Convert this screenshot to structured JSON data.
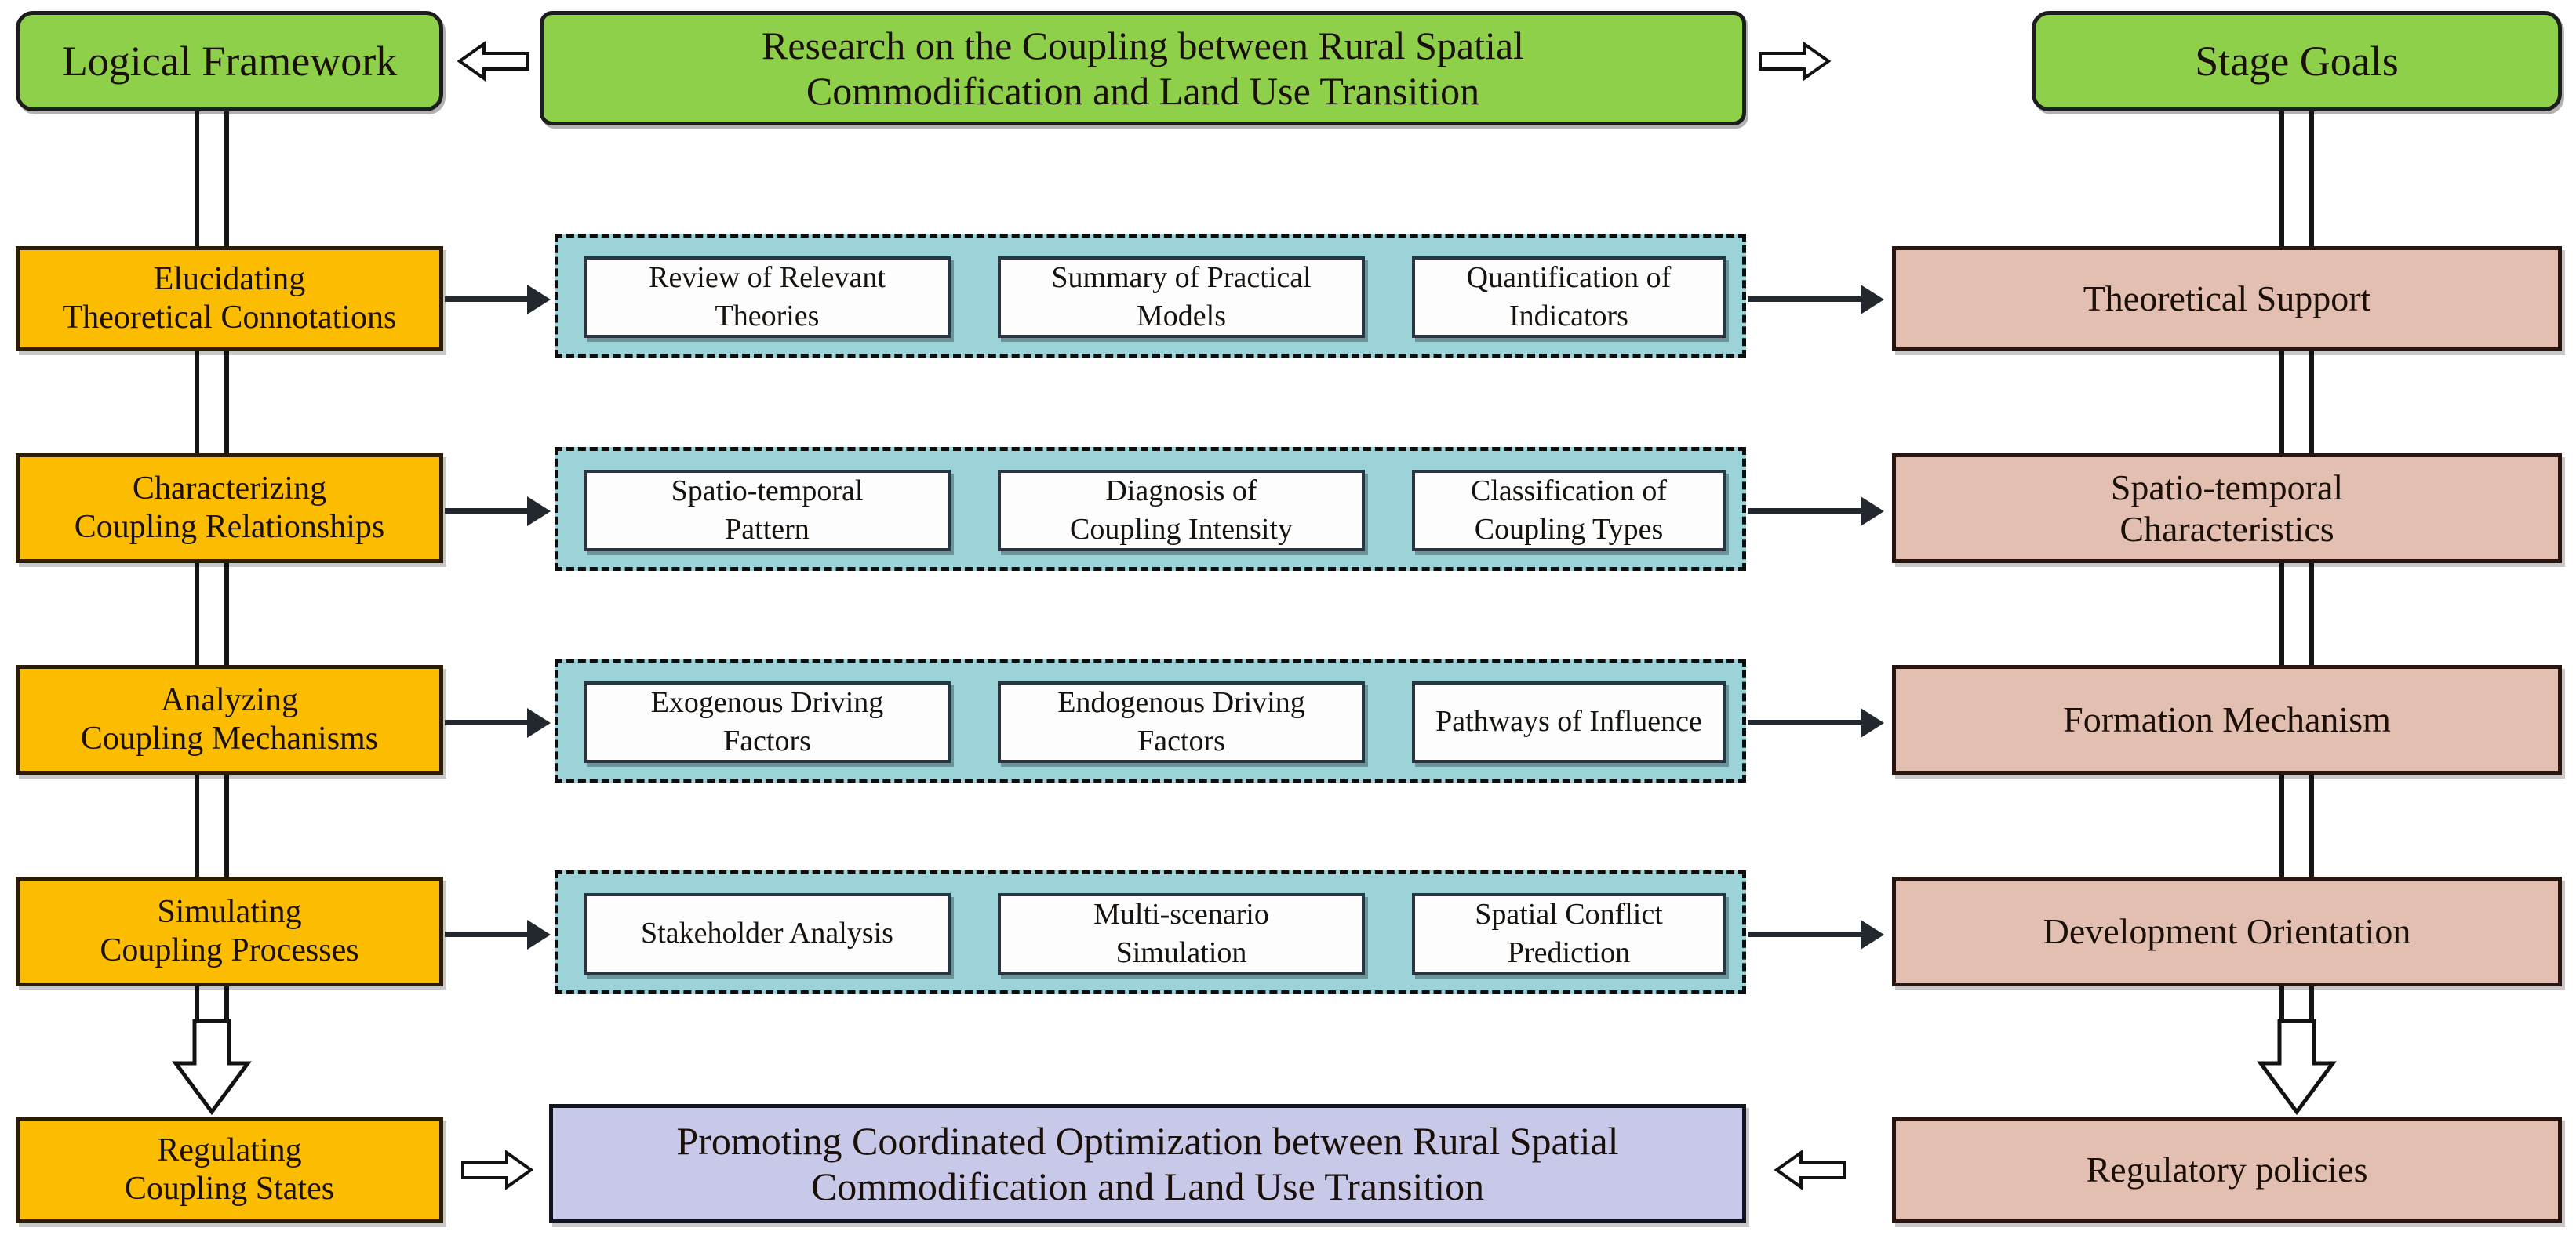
{
  "diagram": {
    "title": "Research on the Coupling between Rural Spatial Commodification and Land Use Transition",
    "title_line1": "Research on the Coupling between Rural Spatial",
    "title_line2": "Commodification and Land Use Transition",
    "left_header": "Logical Framework",
    "right_header": "Stage Goals",
    "footer_line1": "Promoting Coordinated Optimization between Rural Spatial",
    "footer_line2": "Commodification and Land Use Transition",
    "footer_full": "Promoting Coordinated Optimization between Rural Spatial Commodification and Land Use Transition"
  },
  "colors": {
    "green": "#8ed04a",
    "orange": "#fcbd00",
    "teal": "#9bd3d8",
    "rose": "#e3bfb2",
    "lavender": "#c8c8e8",
    "outline": "#151515",
    "card": "#fdfdfd"
  },
  "rows": [
    {
      "step_line1": "Elucidating",
      "step_line2": "Theoretical Connotations",
      "cards": [
        {
          "line1": "Review of Relevant",
          "line2": "Theories"
        },
        {
          "line1": "Summary of Practical",
          "line2": "Models"
        },
        {
          "line1": "Quantification of",
          "line2": "Indicators"
        }
      ],
      "goal_line1": "Theoretical Support",
      "goal_line2": ""
    },
    {
      "step_line1": "Characterizing",
      "step_line2": "Coupling Relationships",
      "cards": [
        {
          "line1": "Spatio-temporal",
          "line2": "Pattern"
        },
        {
          "line1": "Diagnosis of",
          "line2": "Coupling Intensity"
        },
        {
          "line1": "Classification of",
          "line2": "Coupling Types"
        }
      ],
      "goal_line1": "Spatio-temporal",
      "goal_line2": "Characteristics"
    },
    {
      "step_line1": "Analyzing",
      "step_line2": "Coupling Mechanisms",
      "cards": [
        {
          "line1": "Exogenous Driving",
          "line2": "Factors"
        },
        {
          "line1": "Endogenous Driving",
          "line2": "Factors"
        },
        {
          "line1": "Pathways of Influence",
          "line2": ""
        }
      ],
      "goal_line1": "Formation Mechanism",
      "goal_line2": ""
    },
    {
      "step_line1": "Simulating",
      "step_line2": "Coupling Processes",
      "cards": [
        {
          "line1": "Stakeholder Analysis",
          "line2": ""
        },
        {
          "line1": "Multi-scenario",
          "line2": "Simulation"
        },
        {
          "line1": "Spatial Conflict",
          "line2": "Prediction"
        }
      ],
      "goal_line1": "Development Orientation",
      "goal_line2": ""
    }
  ],
  "bottom": {
    "step_line1": "Regulating",
    "step_line2": "Coupling States",
    "goal_line1": "Regulatory policies",
    "goal_line2": ""
  }
}
